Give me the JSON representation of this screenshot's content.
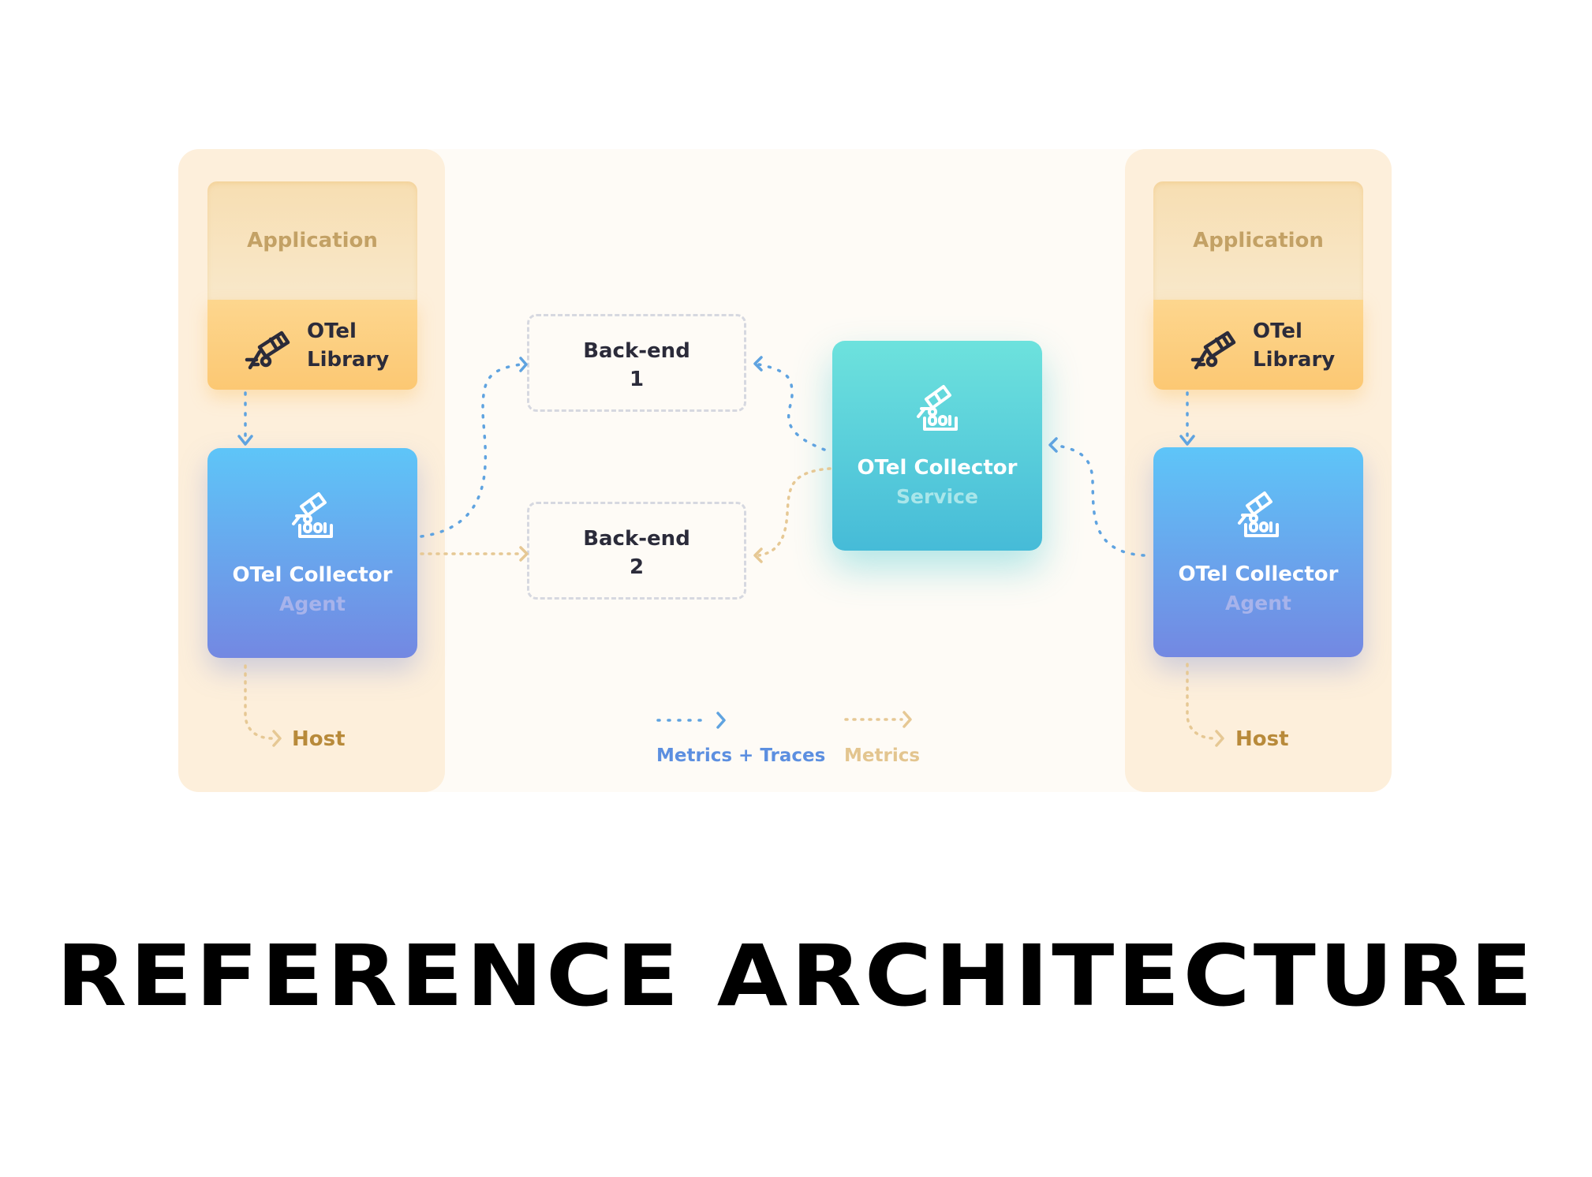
{
  "colors": {
    "metrics_traces": "#5fa3e0",
    "metrics": "#e6c894",
    "agent_gradient": [
      "#5ec5f8",
      "#7388e2"
    ],
    "service_gradient": [
      "#6de2dd",
      "#46bbd8"
    ],
    "library_gradient": [
      "#fdd68e",
      "#fcc873"
    ],
    "host_panel": "#fdefdb"
  },
  "left_host": {
    "application_label": "Application",
    "library_label": "OTel\nLibrary",
    "collector_title": "OTel Collector",
    "collector_subtitle": "Agent",
    "host_label": "Host"
  },
  "right_host": {
    "application_label": "Application",
    "library_label": "OTel\nLibrary",
    "collector_title": "OTel Collector",
    "collector_subtitle": "Agent",
    "host_label": "Host"
  },
  "backends": [
    {
      "label": "Back-end\n1"
    },
    {
      "label": "Back-end\n2"
    }
  ],
  "service": {
    "title": "OTel Collector",
    "subtitle": "Service"
  },
  "legend": {
    "metrics_traces": "Metrics + Traces",
    "metrics": "Metrics"
  },
  "icons": {
    "library": "telescope-icon",
    "collector": "telescope-collector-icon"
  },
  "page_title": "REFERENCE ARCHITECTURE"
}
